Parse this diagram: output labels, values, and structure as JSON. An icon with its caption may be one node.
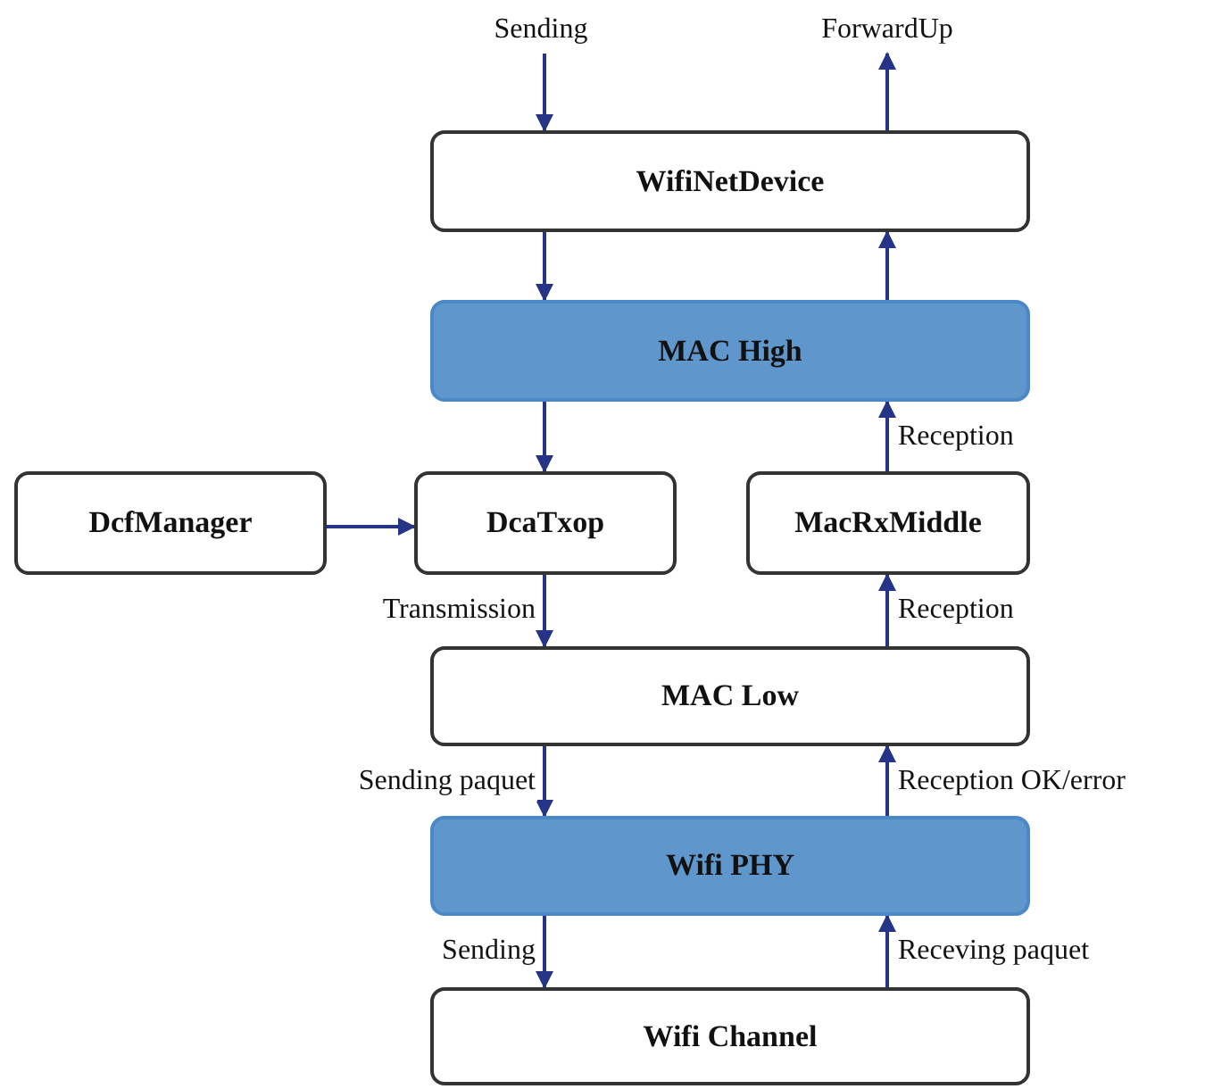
{
  "diagram": {
    "nodes": [
      {
        "text": [
          "Sending"
        ]
      },
      {
        "text": [
          "ForwardUp"
        ]
      },
      {
        "text": [
          "WifiNetDevice"
        ]
      },
      {
        "text": [
          "MAC High"
        ]
      },
      {
        "text": [
          "DcfManager"
        ]
      },
      {
        "text": [
          "DcaTxop"
        ]
      },
      {
        "text": [
          "MacRxMiddle"
        ]
      },
      {
        "text": [
          "MAC Low"
        ]
      },
      {
        "text": [
          "Wifi PHY"
        ]
      },
      {
        "text": [
          "Wifi Channel"
        ]
      }
    ],
    "edges": [
      {
        "from": 0,
        "to": 2,
        "arrow": "to"
      },
      {
        "from": 2,
        "to": 1,
        "arrow": "to"
      },
      {
        "from": 2,
        "to": 3,
        "arrow": "to"
      },
      {
        "from": 3,
        "to": 2,
        "arrow": "to"
      },
      {
        "from": 3,
        "to": 5,
        "arrow": "to"
      },
      {
        "from": 6,
        "to": 3,
        "arrow": "to",
        "label": "Reception"
      },
      {
        "from": 4,
        "to": 5,
        "arrow": "to"
      },
      {
        "from": 5,
        "to": 7,
        "arrow": "to",
        "label": "Transmission"
      },
      {
        "from": 7,
        "to": 6,
        "arrow": "to",
        "label": "Reception"
      },
      {
        "from": 7,
        "to": 8,
        "arrow": "to",
        "label": "Sending paquet"
      },
      {
        "from": 8,
        "to": 7,
        "arrow": "to",
        "label": "Reception OK/error"
      },
      {
        "from": 8,
        "to": 9,
        "arrow": "to",
        "label": "Sending"
      },
      {
        "from": 9,
        "to": 8,
        "arrow": "to",
        "label": "Receving paquet"
      }
    ]
  }
}
